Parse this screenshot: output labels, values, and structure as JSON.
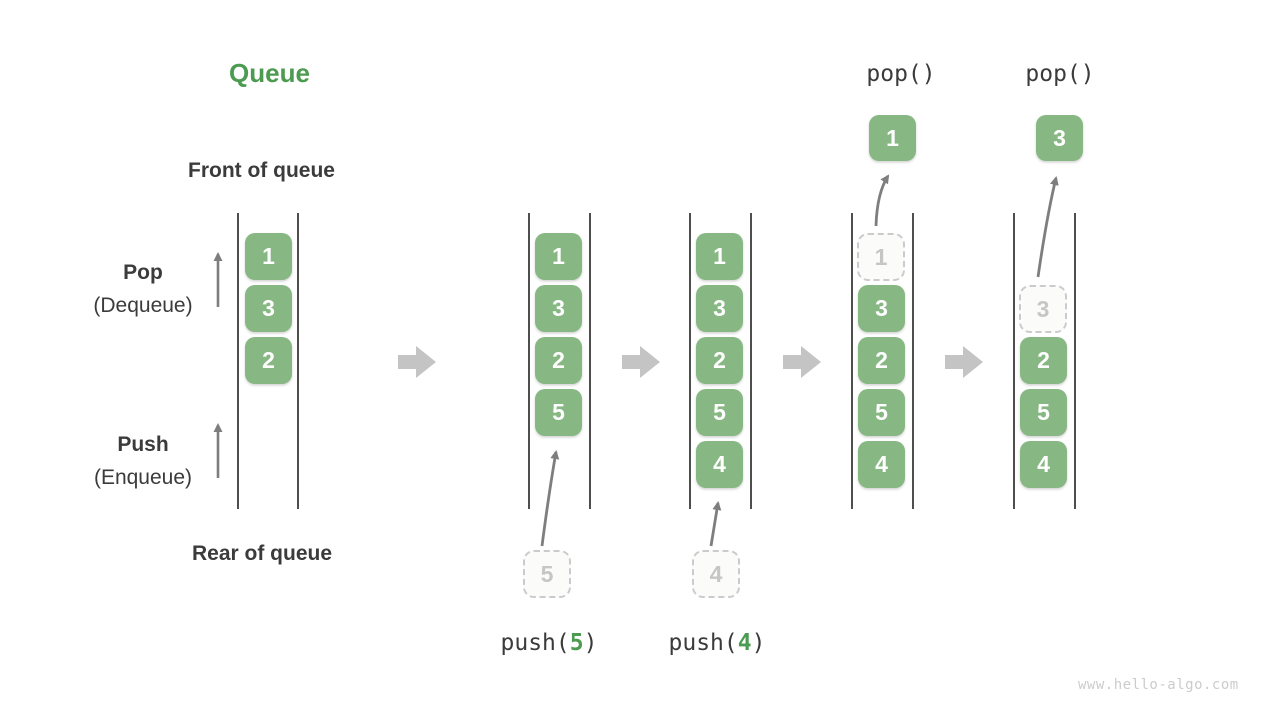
{
  "title": "Queue",
  "side_labels": {
    "front": "Front of queue",
    "rear": "Rear of queue",
    "pop": "Pop",
    "pop_sub": "(Dequeue)",
    "push": "Push",
    "push_sub": "(Enqueue)"
  },
  "operations": {
    "push5": {
      "fn": "push(",
      "arg": "5",
      "close": ")"
    },
    "push4": {
      "fn": "push(",
      "arg": "4",
      "close": ")"
    },
    "pop1": "pop()",
    "pop2": "pop()"
  },
  "states": [
    {
      "boxes": [
        "1",
        "3",
        "2"
      ]
    },
    {
      "boxes": [
        "1",
        "3",
        "2",
        "5"
      ],
      "incoming": "5"
    },
    {
      "boxes": [
        "1",
        "3",
        "2",
        "5",
        "4"
      ],
      "incoming": "4"
    },
    {
      "boxes": [
        "3",
        "2",
        "5",
        "4"
      ],
      "ghost": "1",
      "popped": "1"
    },
    {
      "boxes": [
        "2",
        "5",
        "4"
      ],
      "ghost": "3",
      "popped": "3"
    }
  ],
  "watermark": "www.hello-algo.com",
  "colors": {
    "accent_green": "#4c9b51",
    "box_green": "#87b883",
    "text_dark": "#3b3b3b",
    "line_dark": "#4e4e4e",
    "flow_arrow_gray": "#c4c4c4",
    "thin_arrow_gray": "#7e7e7e",
    "ghost_border": "#cbcbcb",
    "ghost_text": "#c6c6c6",
    "watermark_gray": "#cccccc"
  }
}
